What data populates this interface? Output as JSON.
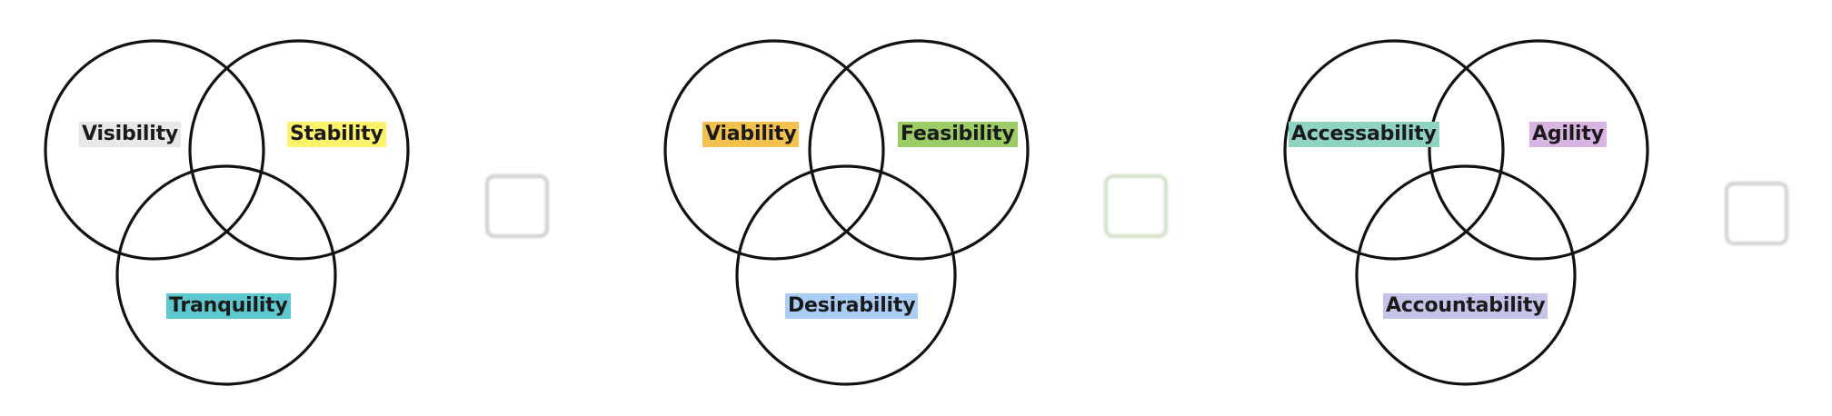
{
  "diagrams": [
    {
      "labels": [
        {
          "text": "Visibility",
          "color": "#e8e8e8"
        },
        {
          "text": "Stability",
          "color": "#fff36b"
        },
        {
          "text": "Tranquility",
          "color": "#5ec8cf"
        }
      ],
      "checkbox_tint": "#cfcfcf"
    },
    {
      "labels": [
        {
          "text": "Viability",
          "color": "#f2c14e"
        },
        {
          "text": "Feasibility",
          "color": "#9ccc65"
        },
        {
          "text": "Desirability",
          "color": "#a9cdf5"
        }
      ],
      "checkbox_tint": "#cfe0c4"
    },
    {
      "labels": [
        {
          "text": "Accessability",
          "color": "#8fd3c3"
        },
        {
          "text": "Agility",
          "color": "#d8b4e2"
        },
        {
          "text": "Accountability",
          "color": "#c5c3ea"
        }
      ],
      "checkbox_tint": "#d0d0d0"
    }
  ]
}
